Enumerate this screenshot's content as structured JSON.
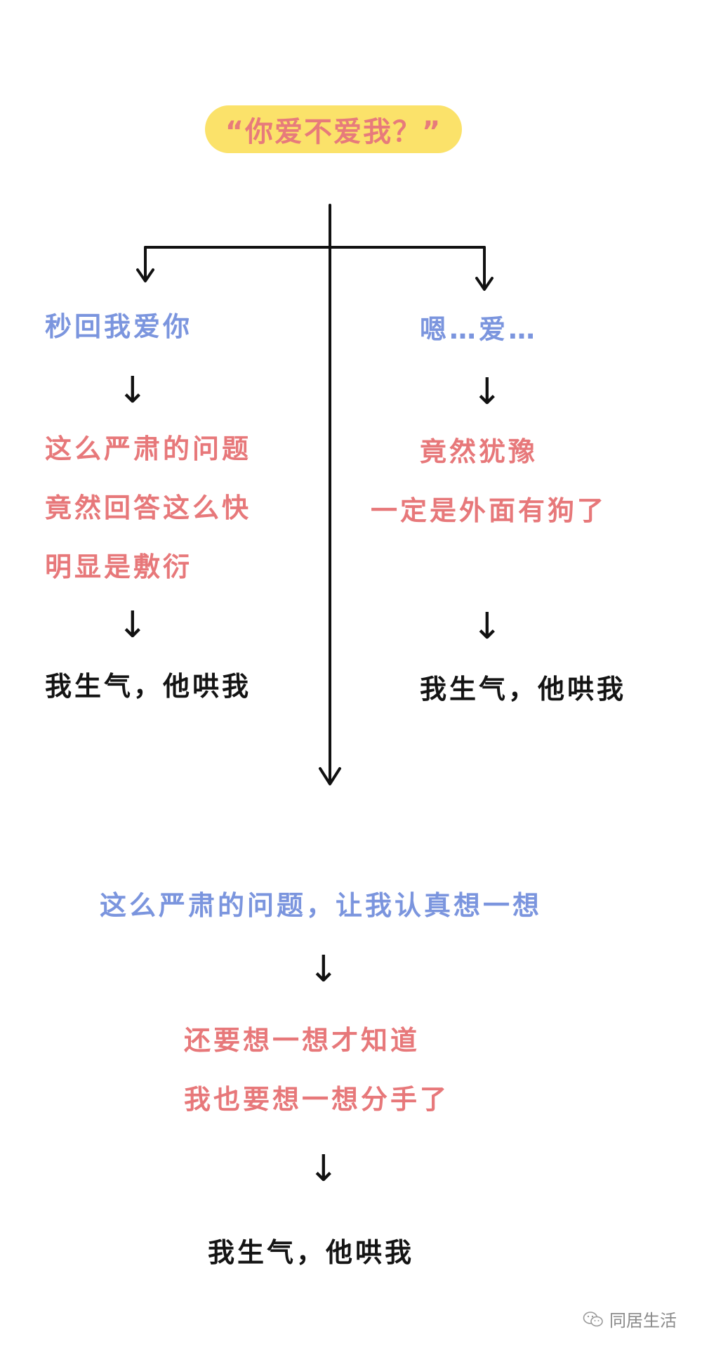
{
  "title": "“你爱不爱我？”",
  "left_branch": {
    "answer": "秒回我爱你",
    "reasoning": [
      "这么严肃的问题",
      "竟然回答这么快",
      "明显是敷衍"
    ],
    "result": "我生气，他哄我"
  },
  "right_branch": {
    "answer": "嗯…爱…",
    "reasoning": [
      "竟然犹豫",
      "一定是外面有狗了"
    ],
    "result": "我生气，他哄我"
  },
  "center_branch": {
    "answer": "这么严肃的问题，让我认真想一想",
    "reasoning": [
      "还要想一想才知道",
      "我也要想一想分手了"
    ],
    "result": "我生气，他哄我"
  },
  "arrow_glyph": "↓",
  "watermark": {
    "icon": "wechat-icon",
    "text": "同居生活"
  },
  "colors": {
    "title_pill": "#fbe26a",
    "title_text": "#e77b7b",
    "answer": "#7b95de",
    "reasoning": "#e7787a",
    "result": "#141414"
  }
}
